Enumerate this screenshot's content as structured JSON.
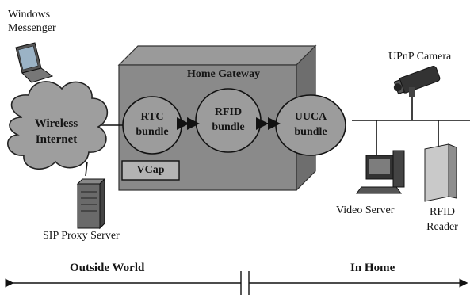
{
  "components": {
    "windows_messenger": "Windows\nMessenger",
    "wireless_internet": "Wireless\nInternet",
    "sip_proxy_server": "SIP Proxy Server",
    "home_gateway": "Home Gateway",
    "rtc_bundle": "RTC\nbundle",
    "rfid_bundle": "RFID\nbundle",
    "uuca_bundle": "UUCA\nbundle",
    "vcap": "VCap",
    "upnp_camera": "UPnP Camera",
    "video_server": "Video Server",
    "rfid_reader": "RFID\nReader"
  },
  "zones": {
    "outside": "Outside World",
    "home": "In Home"
  }
}
